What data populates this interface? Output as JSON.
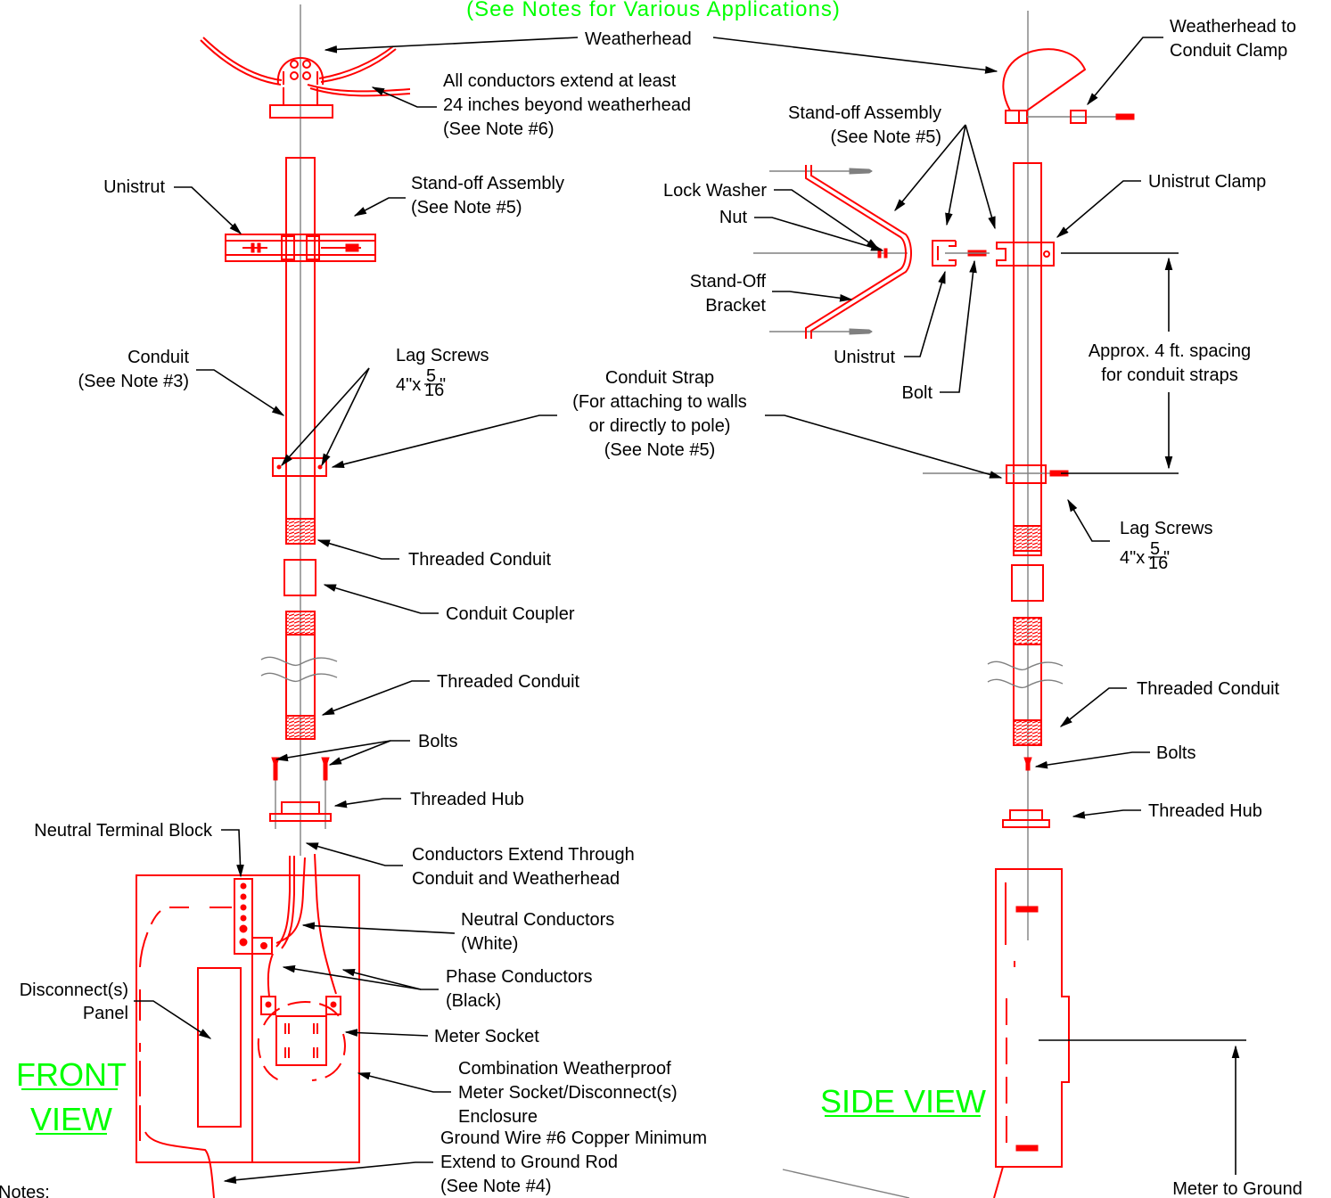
{
  "header_note": "(See Notes for Various Applications)",
  "views": {
    "front": [
      "FRONT",
      "VIEW"
    ],
    "side": "SIDE VIEW"
  },
  "notes_heading": "Notes:",
  "front_labels": {
    "weatherhead": "Weatherhead",
    "conductors_extend": [
      "All conductors extend at least",
      "24 inches beyond weatherhead",
      "(See Note #6)"
    ],
    "unistrut": "Unistrut",
    "standoff": [
      "Stand-off Assembly",
      "(See Note #5)"
    ],
    "conduit": [
      "Conduit",
      "(See Note #3)"
    ],
    "lag_screws": "Lag Screws",
    "lag_size": "4\"x",
    "lag_num": "5",
    "lag_den": "16",
    "lag_close": "\"",
    "threaded_conduit_1": "Threaded Conduit",
    "conduit_coupler": "Conduit Coupler",
    "threaded_conduit_2": "Threaded Conduit",
    "bolts": "Bolts",
    "threaded_hub": "Threaded Hub",
    "neutral_terminal_block": "Neutral Terminal Block",
    "conductors_through": [
      "Conductors Extend Through",
      "Conduit and Weatherhead"
    ],
    "neutral_conductors": [
      "Neutral Conductors",
      "(White)"
    ],
    "phase_conductors": [
      "Phase Conductors",
      "(Black)"
    ],
    "disconnect_panel": [
      "Disconnect(s)",
      "Panel"
    ],
    "meter_socket": "Meter Socket",
    "combination": [
      "Combination Weatherproof",
      "Meter Socket/Disconnect(s)",
      "Enclosure"
    ],
    "ground_wire": [
      "Ground Wire #6 Copper Minimum",
      "Extend to Ground Rod",
      "(See Note #4)"
    ]
  },
  "center_labels": {
    "conduit_strap": [
      "Conduit Strap",
      "(For attaching to walls",
      "or directly to pole)",
      "(See Note #5)"
    ]
  },
  "side_labels": {
    "weatherhead_clamp": [
      "Weatherhead to",
      "Conduit Clamp"
    ],
    "standoff": [
      "Stand-off Assembly",
      "(See Note #5)"
    ],
    "lock_washer": "Lock Washer",
    "nut": "Nut",
    "standoff_bracket": [
      "Stand-Off",
      "Bracket"
    ],
    "unistrut": "Unistrut",
    "bolt": "Bolt",
    "unistrut_clamp": "Unistrut Clamp",
    "spacing": [
      "Approx. 4 ft. spacing",
      "for conduit straps"
    ],
    "lag_screws": "Lag Screws",
    "lag_size": "4\"x",
    "lag_num": "5",
    "lag_den": "16",
    "lag_close": "\"",
    "threaded_conduit": "Threaded Conduit",
    "bolts": "Bolts",
    "threaded_hub": "Threaded Hub",
    "meter_to_ground": "Meter to Ground"
  },
  "colors": {
    "hardware": "#ff0000",
    "leaders": "#000000",
    "centerline": "#808080",
    "view_title": "#00ff00"
  }
}
